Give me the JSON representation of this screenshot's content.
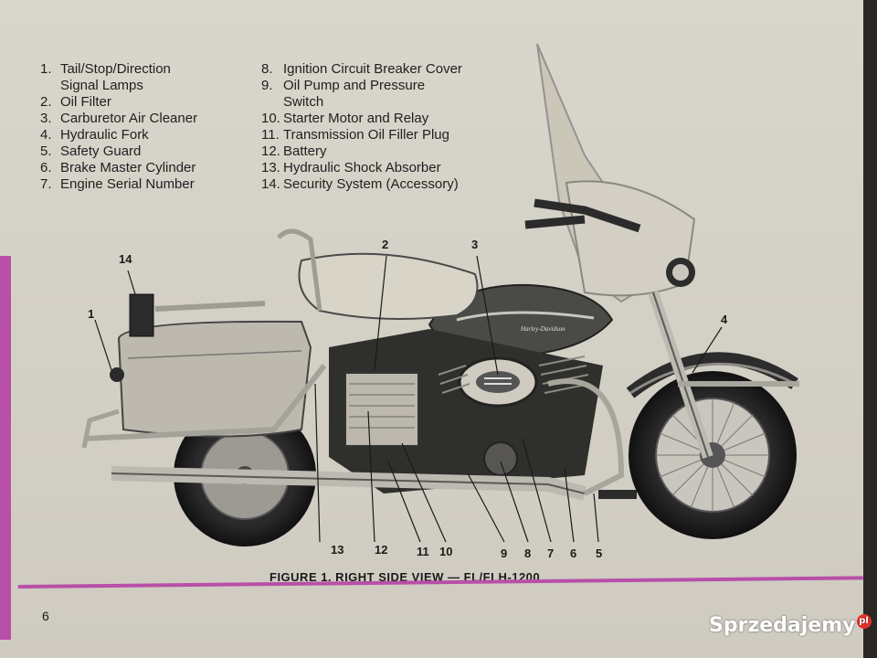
{
  "legend_left": [
    {
      "num": "1.",
      "text": "Tail/Stop/Direction"
    },
    {
      "num": "",
      "text": "Signal Lamps"
    },
    {
      "num": "2.",
      "text": "Oil Filter"
    },
    {
      "num": "3.",
      "text": "Carburetor Air Cleaner"
    },
    {
      "num": "4.",
      "text": "Hydraulic Fork"
    },
    {
      "num": "5.",
      "text": "Safety Guard"
    },
    {
      "num": "6.",
      "text": "Brake Master Cylinder"
    },
    {
      "num": "7.",
      "text": "Engine Serial Number"
    }
  ],
  "legend_right": [
    {
      "num": "8.",
      "text": "Ignition Circuit Breaker Cover"
    },
    {
      "num": "9.",
      "text": "Oil Pump and Pressure"
    },
    {
      "num": "",
      "text": "Switch"
    },
    {
      "num": "10.",
      "text": "Starter Motor and Relay"
    },
    {
      "num": "11.",
      "text": "Transmission Oil Filler Plug"
    },
    {
      "num": "12.",
      "text": "Battery"
    },
    {
      "num": "13.",
      "text": "Hydraulic Shock Absorber"
    },
    {
      "num": "14.",
      "text": "Security System (Accessory)"
    }
  ],
  "callouts": {
    "c1": "1",
    "c2": "2",
    "c3": "3",
    "c4": "4",
    "c5": "5",
    "c6": "6",
    "c7": "7",
    "c8": "8",
    "c9": "9",
    "c10": "10",
    "c11": "11",
    "c12": "12",
    "c13": "13",
    "c14": "14"
  },
  "tank_logo": "Harley-Davidson",
  "caption": "FIGURE 1.  RIGHT SIDE VIEW — FL/FLH-1200",
  "page_number": "6",
  "watermark": {
    "text": "Sprzedajemy",
    "badge": "pl"
  },
  "colors": {
    "paper": "#d6d3c9",
    "accent_pink": "#b84fa8",
    "ink": "#1f1f1f"
  }
}
